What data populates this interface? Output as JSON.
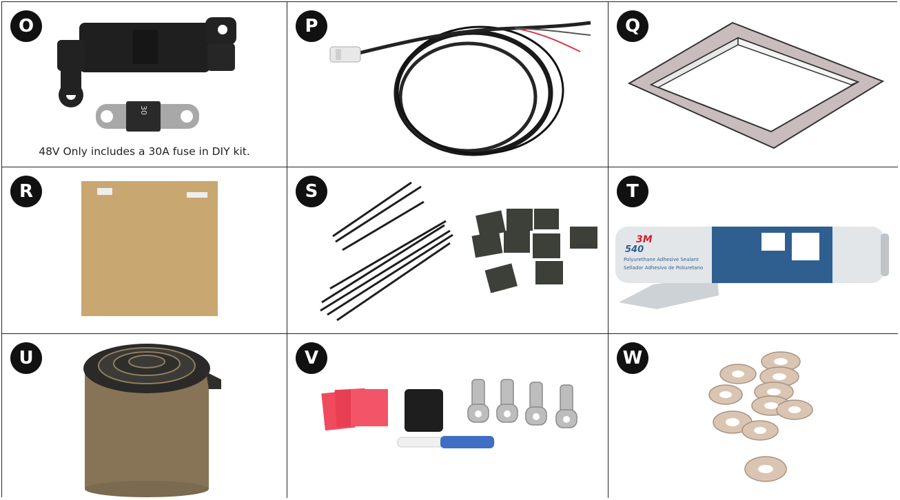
{
  "cells": [
    {
      "letter": "O",
      "caption": "48V Only includes a 30A fuse in DIY kit.",
      "fuse_rating": "30"
    },
    {
      "letter": "P"
    },
    {
      "letter": "Q"
    },
    {
      "letter": "R"
    },
    {
      "letter": "S"
    },
    {
      "letter": "T",
      "tube_brand": "3M",
      "tube_model": "540",
      "tube_line1": "Polyurethane Adhesive Sealant",
      "tube_line2": "Sellador Adhesivo de Poliuretano"
    },
    {
      "letter": "U"
    },
    {
      "letter": "V"
    },
    {
      "letter": "W"
    }
  ],
  "colors": {
    "border": "#222222",
    "badge": "#111111",
    "cork": "#c9a771",
    "heat_shrink_red": "#ef4a5e",
    "tube_blue": "#2f5f8f"
  }
}
